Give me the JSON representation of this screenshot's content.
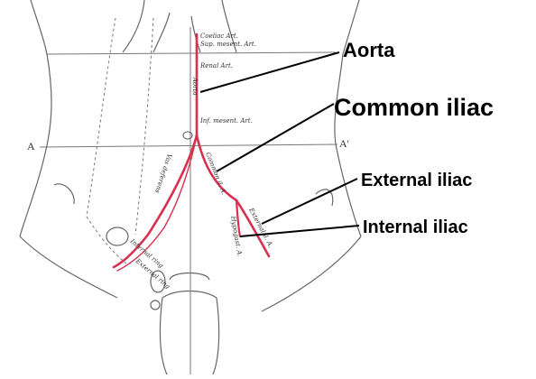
{
  "labels": {
    "aorta": "Aorta",
    "common_iliac": "Common iliac",
    "external_iliac": "External iliac",
    "internal_iliac": "Internal iliac"
  },
  "figure_text": {
    "coeliac": "Coeliac Art.",
    "sup_mesent": "Sup. mesent. Art.",
    "renal": "Renal Art.",
    "aorta_small": "Aorta",
    "inf_mesent": "Inf. mesent. Art.",
    "common_iliac_small": "Common il. A.",
    "external_iliac_small": "External il. A.",
    "internal_iliac_small": "Hypogast. A.",
    "vas_deferens": "Vas deferens",
    "internal_ring": "Internal ring",
    "external_ring": "External ring",
    "plane_left": "A",
    "plane_right": "A'"
  },
  "colors": {
    "artery": "#d9304f",
    "outline": "#555555",
    "callout_line": "#000000"
  }
}
